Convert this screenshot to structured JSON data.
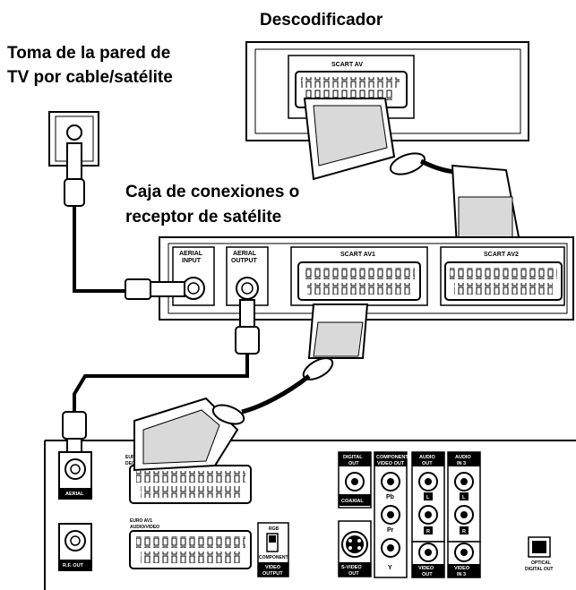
{
  "labels": {
    "decoder": "Descodificador",
    "wall_outlet_line1": "Toma de la pared de",
    "wall_outlet_line2": "TV por cable/satélite",
    "cable_box_line1": "Caja de conexiones o",
    "cable_box_line2": "receptor de satélite"
  },
  "decoder_box": {
    "scart_label": "SCART AV"
  },
  "cable_box": {
    "aerial_input_l1": "AERIAL",
    "aerial_input_l2": "INPUT",
    "aerial_output_l1": "AERIAL",
    "aerial_output_l2": "OUTPUT",
    "scart_av1": "SCART AV1",
    "scart_av2": "SCART AV2"
  },
  "recorder_panel": {
    "aerial": "AERIAL",
    "rf_out": "R.F. OUT",
    "euro_av1_l1": "EURO AV1",
    "euro_av1_l2": "AUDIO/VIDEO",
    "euro_av2_partial": "EURO",
    "euro_av2_partial2": "DEC",
    "rgb": "RGB",
    "component": "COMPONENT",
    "video_output": "VIDEO",
    "video_output2": "OUTPUT",
    "digital_out_l1": "DIGITAL",
    "digital_out_l2": "OUT",
    "coaxial": "COAXIAL",
    "component_video_out_l1": "COMPONENT",
    "component_video_out_l2": "VIDEO OUT",
    "pb": "Pb",
    "pr": "Pr",
    "y": "Y",
    "audio_out_l1": "AUDIO",
    "audio_out_l2": "OUT",
    "audio_in3_l1": "AUDIO",
    "audio_in3_l2": "IN 3",
    "l": "L",
    "r": "R",
    "svideo_out_l1": "S-VIDEO",
    "svideo_out_l2": "OUT",
    "video_out_l1": "VIDEO",
    "video_out_l2": "OUT",
    "video_in3_l1": "VIDEO",
    "video_in3_l2": "IN 3",
    "optical": "OPTICAL",
    "optical_digital_out": "DIGITAL OUT"
  }
}
